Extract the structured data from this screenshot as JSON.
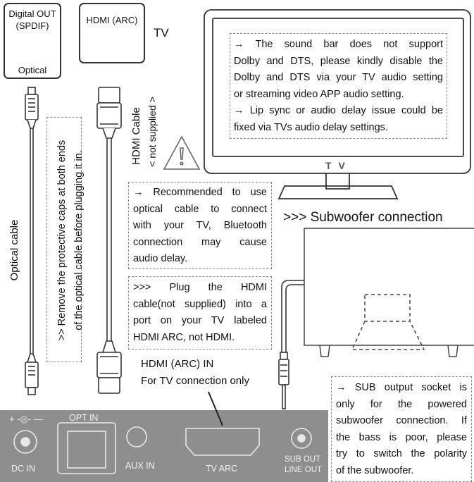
{
  "ports": {
    "digital_out_line1": "Digital OUT",
    "digital_out_line2": "(SPDIF)",
    "digital_out_sub": "Optical",
    "hdmi_arc": "HDMI (ARC)",
    "tv_label": "TV"
  },
  "tv": {
    "screen_logo": "T V",
    "note_lines": [
      "→ The sound bar does not support",
      "Dolby and DTS, please kindly disable the",
      "Dolby and DTS via your TV audio setting",
      "or streaming video APP audio setting.",
      "→ Lip sync or audio delay issue could be",
      "fixed via TVs audio delay settings."
    ]
  },
  "cables": {
    "optical_label": "Optical cable",
    "caps_note_line1": ">> Remove the protective caps at both ends",
    "caps_note_line2": "of the optical cable before plugging it in.",
    "hdmi_label": "HDMI Cable",
    "hdmi_not_supplied": "< not supplied >"
  },
  "notes": {
    "recommend_lines": [
      "→ Recommended to use",
      "optical cable to connect",
      "with your TV, Bluetooth",
      "connection may cause",
      "audio delay."
    ],
    "plug_lines": [
      ">>> Plug the HDMI",
      "cable(not supplied) into a",
      "port on your TV labeled",
      "HDMI ARC, not HDMI."
    ],
    "hdmi_in_line1": "HDMI (ARC) IN",
    "hdmi_in_line2": "For TV connection only",
    "sub_lines": [
      "→ SUB output socket is",
      "only for the powered",
      "subwoofer connection. If",
      "the bass is poor, please",
      "try to switch the polarity",
      "of the subwoofer."
    ]
  },
  "subwoofer": {
    "title": ">>> Subwoofer connection"
  },
  "panel": {
    "power_symbol": "+ -◎- —",
    "dc_in": "DC IN",
    "opt_in": "OPT IN",
    "aux_in": "AUX IN",
    "tv_arc": "TV ARC",
    "sub_out": "SUB OUT",
    "line_out": "LINE OUT"
  },
  "colors": {
    "panel_bg": "#8e8e8e",
    "dashed": "#888888",
    "line": "#333333"
  }
}
